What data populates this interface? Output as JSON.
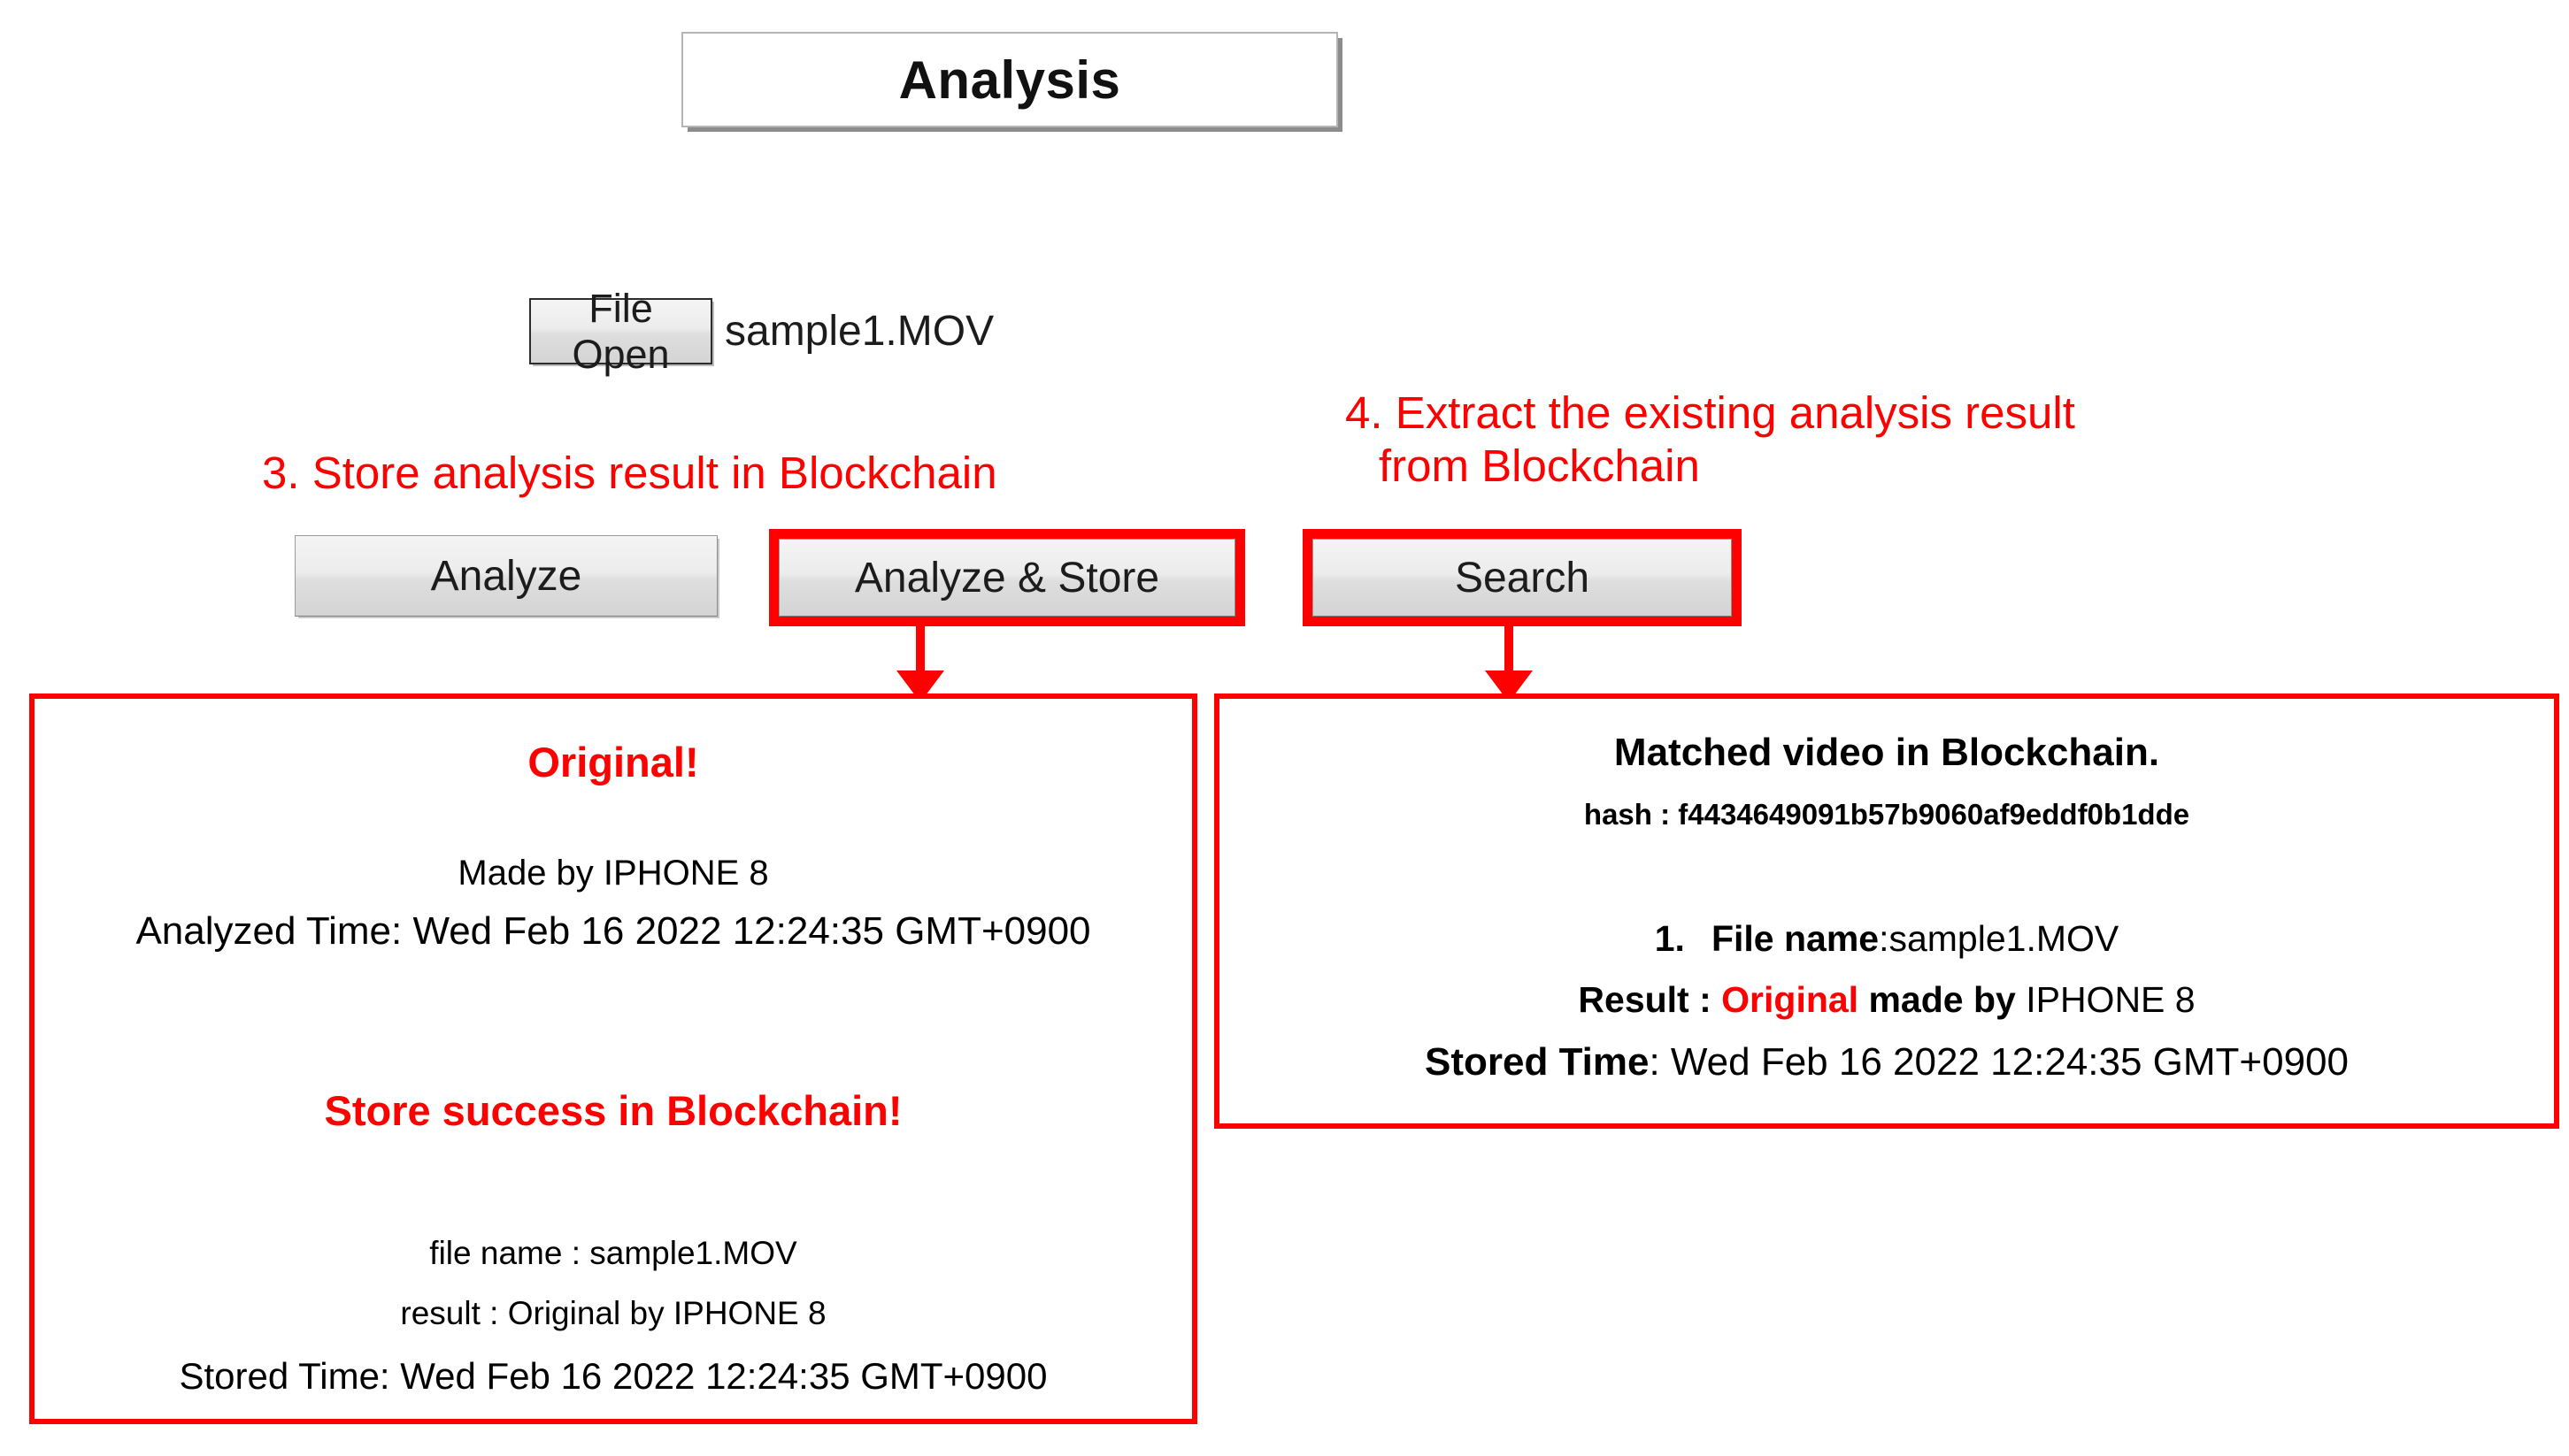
{
  "page": {
    "title": "Analysis"
  },
  "file_row": {
    "open_button_label": "File Open",
    "file_name": "sample1.MOV"
  },
  "annotations": {
    "store_note": "3. Store analysis result in Blockchain",
    "extract_note_line1": "4. Extract the existing analysis result",
    "extract_note_line2": "from Blockchain",
    "color": "#ff0000"
  },
  "actions": {
    "analyze_label": "Analyze",
    "analyze_store_label": "Analyze & Store",
    "search_label": "Search"
  },
  "left_panel": {
    "headline": "Original!",
    "made_by": "Made by  IPHONE 8",
    "analyzed_time": "Analyzed Time: Wed Feb 16 2022 12:24:35 GMT+0900",
    "store_success": "Store success in Blockchain!",
    "store_file_name": "file name : sample1.MOV",
    "store_result": "result : Original by IPHONE 8",
    "store_time": "Stored Time: Wed Feb 16 2022 12:24:35 GMT+0900"
  },
  "right_panel": {
    "matched_title": "Matched video in Blockchain.",
    "hash_line": "hash : f4434649091b57b9060af9eddf0b1dde",
    "entry_number": "1.",
    "entry_file_label": "File name",
    "entry_file_value": ":sample1.MOV",
    "entry_result_label": "Result : ",
    "entry_result_verdict": "Original",
    "entry_result_made_by": " made by ",
    "entry_result_device": " IPHONE 8",
    "entry_time_label": "Stored Time",
    "entry_time_value": ": Wed Feb 16 2022 12:24:35 GMT+0900"
  }
}
